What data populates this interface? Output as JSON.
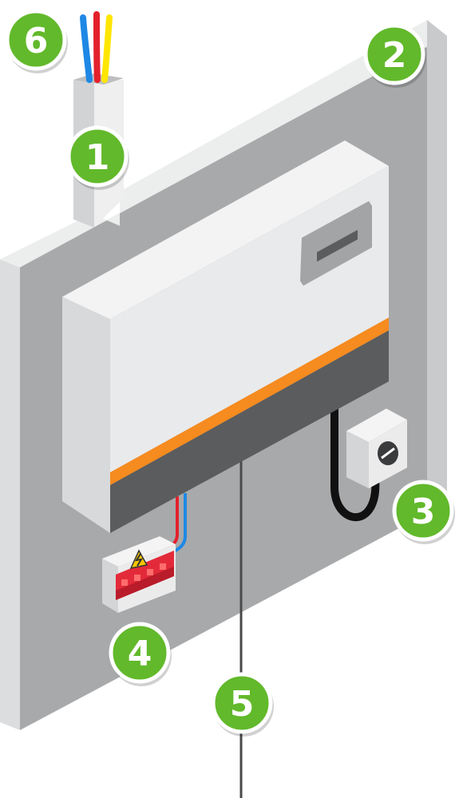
{
  "markers": [
    {
      "id": "conduit",
      "label": "1"
    },
    {
      "id": "wall",
      "label": "2"
    },
    {
      "id": "isolator",
      "label": "3"
    },
    {
      "id": "rcd-box",
      "label": "4"
    },
    {
      "id": "earth-rod",
      "label": "5"
    },
    {
      "id": "supply-cables",
      "label": "6"
    }
  ],
  "colors": {
    "badge_fill": "#62b92b",
    "badge_stroke": "#ffffff",
    "wall_face": "#a8a9ab",
    "wall_top": "#e8e9ea",
    "wall_side": "#d2d3d5",
    "unit_front": "#e9eaeb",
    "unit_side": "#d6d7d9",
    "unit_stripe": "#f68b1f",
    "unit_base": "#5b5c5e",
    "cable_blue": "#1e88e5",
    "cable_red": "#e3212b",
    "cable_yellow": "#ffe600",
    "breaker_red": "#e32a3a",
    "hazard_yellow": "#f7c600"
  }
}
